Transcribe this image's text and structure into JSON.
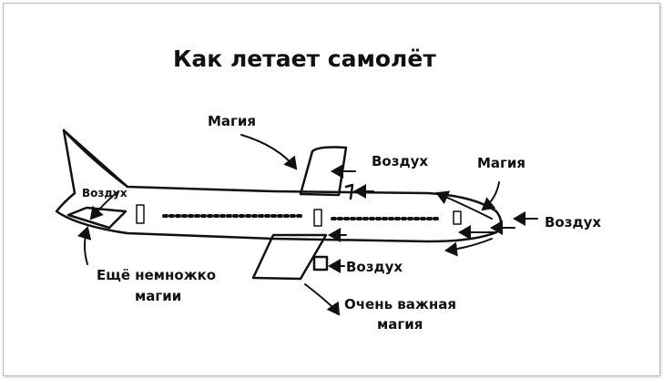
{
  "title": "Как летает самолёт",
  "labels": {
    "magic_top": "Магия",
    "air_wing": "Воздух",
    "magic_engine": "Магия",
    "air_nose": "Воздух",
    "air_tail": "Воздух",
    "more_magic_line1": "Ещё немножко",
    "more_magic_line2": "магии",
    "air_lower": "Воздух",
    "important_magic_line1": "Очень важная",
    "important_magic_line2": "магия"
  }
}
